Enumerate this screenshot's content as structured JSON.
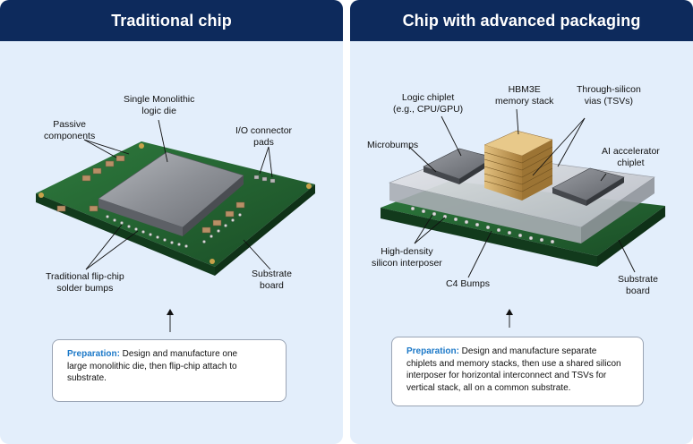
{
  "left": {
    "title": "Traditional chip",
    "labels": {
      "die": [
        "Single Monolithic",
        "logic die"
      ],
      "passive": [
        "Passive",
        "components"
      ],
      "io": [
        "I/O connector",
        "pads"
      ],
      "bumps": [
        "Traditional flip-chip",
        "solder bumps"
      ],
      "substrate": [
        "Substrate",
        "board"
      ]
    },
    "note": {
      "prefix": "Preparation:",
      "lines": [
        " Design and manufacture one",
        "large monolithic die, then flip-chip attach to",
        "substrate."
      ]
    }
  },
  "right": {
    "title": "Chip with advanced packaging",
    "labels": {
      "logic": [
        "Logic chiplet",
        "(e.g., CPU/GPU)"
      ],
      "hbm": [
        "HBM3E",
        "memory stack"
      ],
      "tsv": [
        "Through-silicon",
        "vias (TSVs)"
      ],
      "microbumps": [
        "Microbumps"
      ],
      "ai": [
        "AI accelerator",
        "chiplet"
      ],
      "interposer": [
        "High-density",
        "silicon interposer"
      ],
      "c4": [
        "C4 Bumps"
      ],
      "substrate": [
        "Substrate",
        "board"
      ]
    },
    "note": {
      "prefix": "Preparation:",
      "lines": [
        " Design and manufacture separate",
        "chiplets and memory stacks, then use a shared silicon",
        "interposer for horizontal interconnect and TSVs for",
        "vertical stack, all on a common substrate."
      ]
    }
  },
  "colors": {
    "header": "#0d2a5c",
    "panel_bg": "#e3eefb",
    "accent": "#1b78c8",
    "pcb": "#1f5a2c",
    "die": "#8a8d93",
    "gold": "#c9a15c"
  }
}
